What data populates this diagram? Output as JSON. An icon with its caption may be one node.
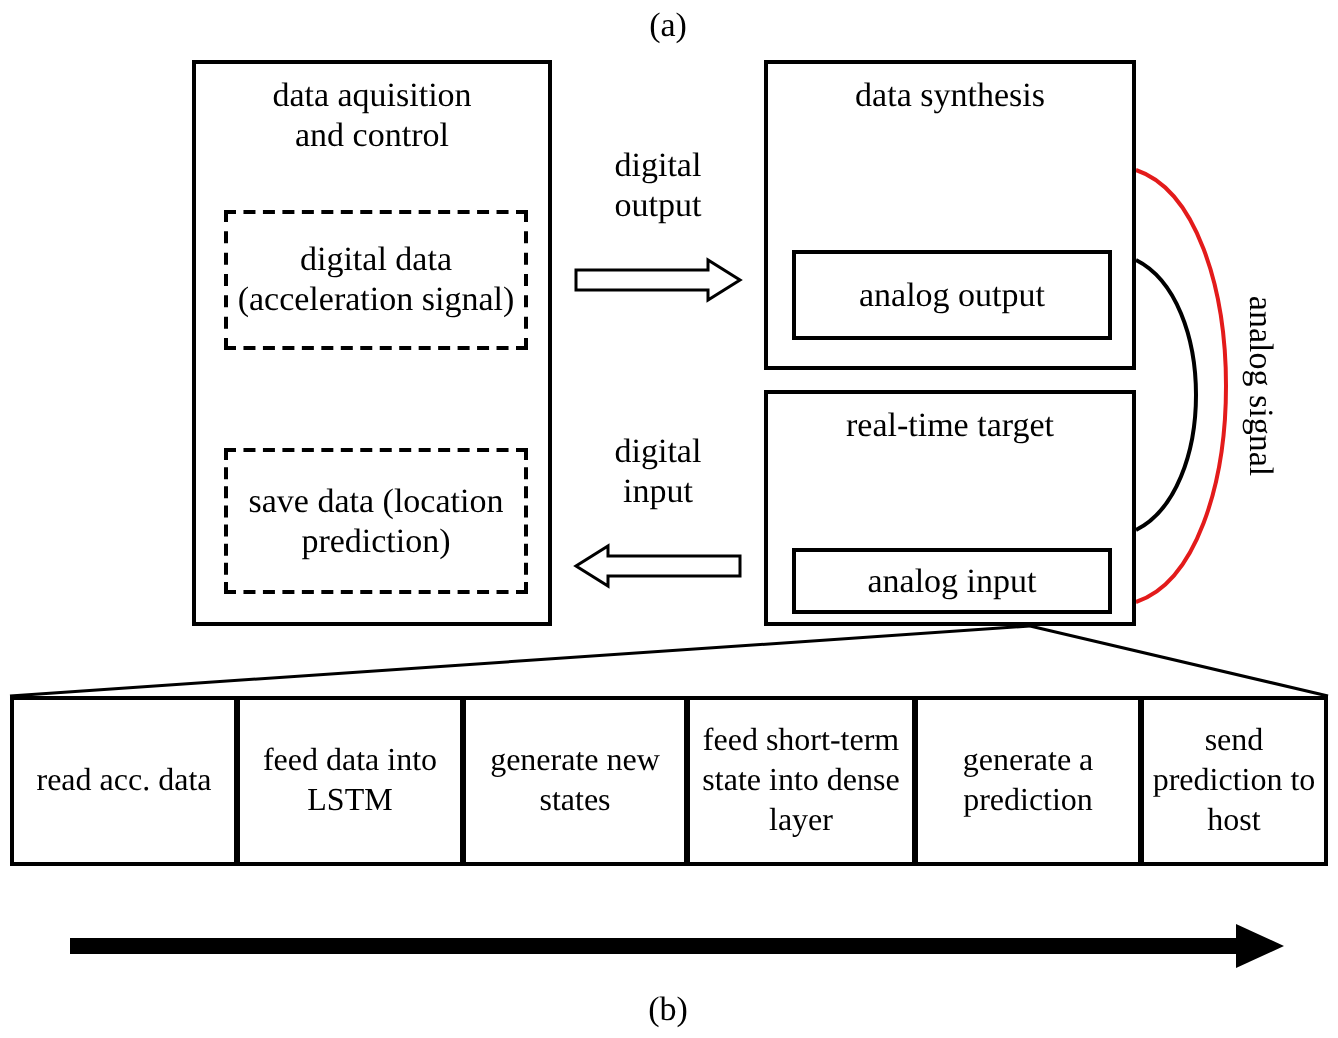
{
  "diagram": {
    "nodes": [
      {
        "text": [
          "data aquisition and control"
        ]
      },
      {
        "text": [
          "digital data (acceleration signal)"
        ],
        "in": 0
      },
      {
        "text": [
          "save data (location prediction)"
        ],
        "in": 0
      },
      {
        "text": [
          "data synthesis"
        ]
      },
      {
        "text": [
          "analog output"
        ],
        "in": 3
      },
      {
        "text": [
          "real-time target"
        ]
      },
      {
        "text": [
          "analog input"
        ],
        "in": 5
      },
      {
        "text": [
          "read acc. data"
        ]
      },
      {
        "text": [
          "feed data into LSTM"
        ]
      },
      {
        "text": [
          "generate new states"
        ]
      },
      {
        "text": [
          "feed short-term state into dense layer"
        ]
      },
      {
        "text": [
          "generate a prediction"
        ]
      },
      {
        "text": [
          "send prediction to host"
        ]
      }
    ],
    "edges": [
      {
        "from": 0,
        "to": 3,
        "arrow": "to",
        "label": "digital output"
      },
      {
        "from": 5,
        "to": 0,
        "arrow": "to",
        "label": "digital input"
      },
      {
        "from": 3,
        "to": 5,
        "arrow": "none"
      },
      {
        "from": 3,
        "to": 5,
        "arrow": "none",
        "color": "#e31b1b",
        "label": "analog signal"
      },
      {
        "from": 5,
        "to": 7,
        "arrow": "none"
      },
      {
        "from": 5,
        "to": 12,
        "arrow": "none"
      }
    ],
    "labels": [
      "(a)",
      "(b)"
    ]
  }
}
